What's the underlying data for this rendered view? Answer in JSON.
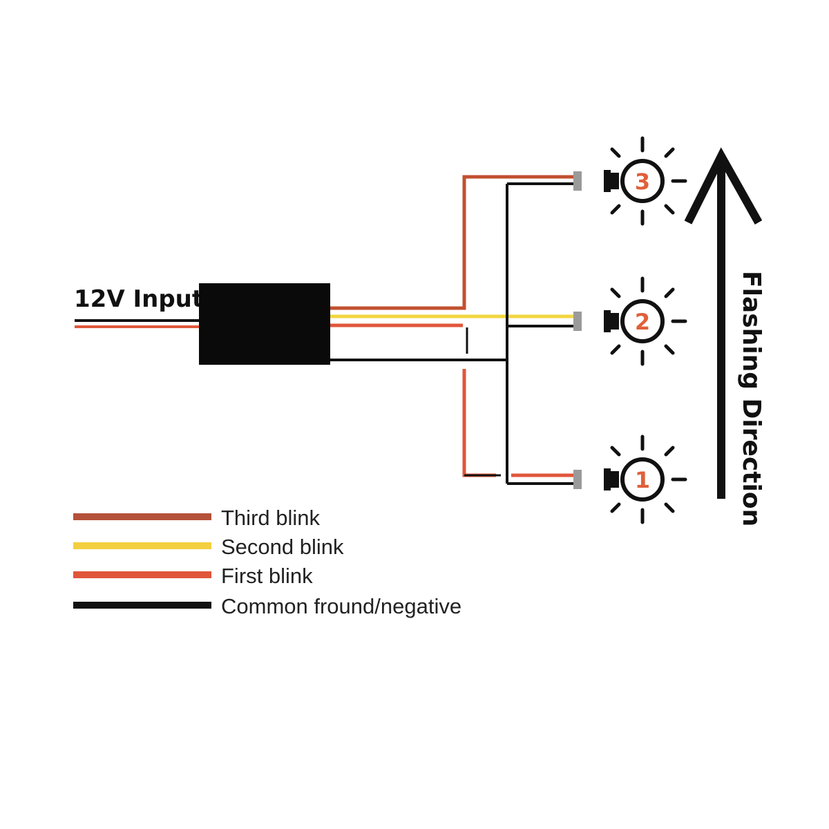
{
  "input_label": "12V Input",
  "direction_label": "Flashing Direction",
  "bulbs": [
    {
      "number": "3"
    },
    {
      "number": "2"
    },
    {
      "number": "1"
    }
  ],
  "legend": [
    {
      "label": "Third blink",
      "color": "#b4513a"
    },
    {
      "label": "Second blink",
      "color": "#f3cf3f"
    },
    {
      "label": "First blink",
      "color": "#e0563a"
    },
    {
      "label": "Common fround/negative",
      "color": "#111111"
    }
  ],
  "colors": {
    "third_wire": "#c2502f",
    "second_wire": "#f2d640",
    "first_wire": "#e0563a",
    "ground_wire": "#111111",
    "controller_box": "#0a0a0a",
    "bulb_number": "#e0603a",
    "connector": "#9a9a9a"
  }
}
